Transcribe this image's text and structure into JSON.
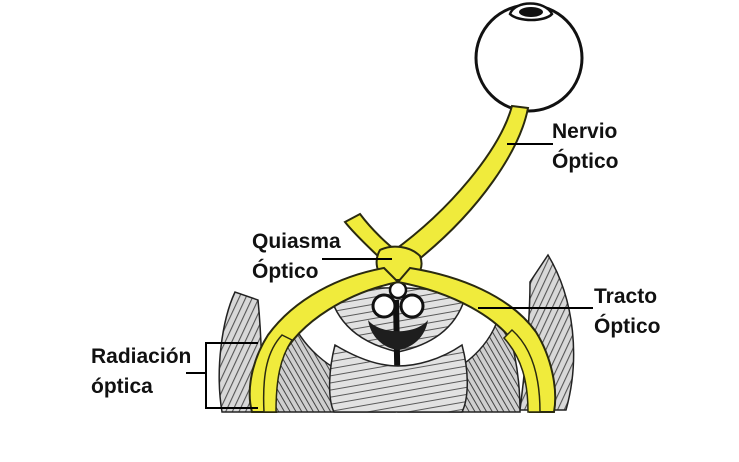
{
  "labels": {
    "nervio_optico": {
      "line1": "Nervio",
      "line2": "Óptico"
    },
    "quiasma_optico": {
      "line1": "Quiasma",
      "line2": "Óptico"
    },
    "tracto_optico": {
      "line1": "Tracto",
      "line2": "Óptico"
    },
    "radiacion_optica": {
      "line1": "Radiación",
      "line2": "óptica"
    }
  },
  "colors": {
    "nerve_fill": "#f0eb3c",
    "nerve_outline": "#2a2a10",
    "brain_shade": "#6e6e6e",
    "brain_dark": "#1e1e1e",
    "eye_fill": "#ffffff",
    "leader_line": "#000000"
  }
}
